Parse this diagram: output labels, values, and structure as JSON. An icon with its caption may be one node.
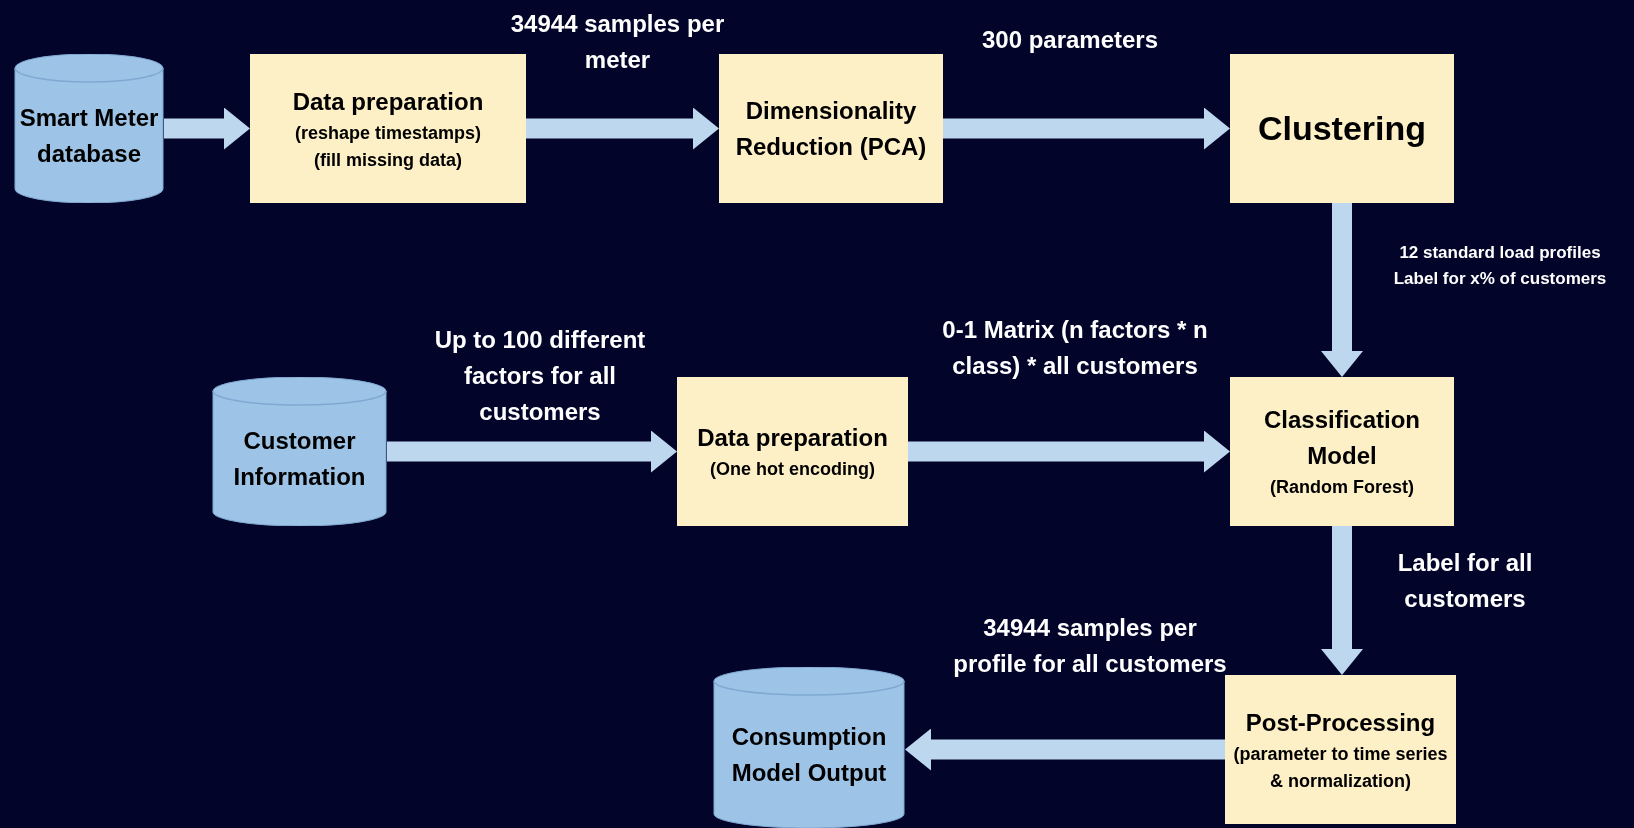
{
  "diagram": {
    "nodes": [
      {
        "text": [
          "Smart Meter database"
        ]
      },
      {
        "text": [
          "Data preparation",
          "(reshape timestamps)",
          "(fill missing data)"
        ]
      },
      {
        "text": [
          "Dimensionality Reduction (PCA)"
        ]
      },
      {
        "text": [
          "Clustering"
        ]
      },
      {
        "text": [
          "Customer Information"
        ]
      },
      {
        "text": [
          "Data preparation",
          "(One hot encoding)"
        ]
      },
      {
        "text": [
          "Classification Model",
          "(Random Forest)"
        ]
      },
      {
        "text": [
          "Post-Processing",
          "(parameter to time series & normalization)"
        ]
      },
      {
        "text": [
          "Consumption Model Output"
        ]
      }
    ],
    "edges": [
      {
        "from": 0,
        "to": 1,
        "arrow": "to"
      },
      {
        "from": 1,
        "to": 2,
        "arrow": "to",
        "label": "34944 samples per meter"
      },
      {
        "from": 2,
        "to": 3,
        "arrow": "to",
        "label": "300 parameters"
      },
      {
        "from": 3,
        "to": 6,
        "arrow": "to",
        "label": "12 standard load profiles Label for x% of customers"
      },
      {
        "from": 4,
        "to": 5,
        "arrow": "to",
        "label": "Up to 100 different factors for all customers"
      },
      {
        "from": 5,
        "to": 6,
        "arrow": "to",
        "label": "0-1 Matrix (n factors * n class) * all customers"
      },
      {
        "from": 6,
        "to": 7,
        "arrow": "to",
        "label": "Label for all customers"
      },
      {
        "from": 7,
        "to": 8,
        "arrow": "to",
        "label": "34944 samples per profile for all customers"
      }
    ]
  }
}
